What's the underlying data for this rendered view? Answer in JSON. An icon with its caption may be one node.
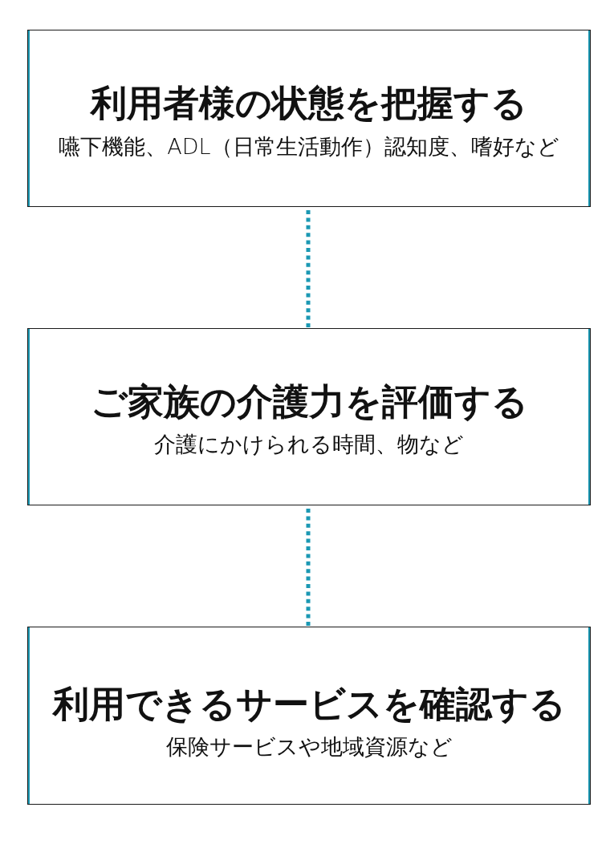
{
  "diagram": {
    "nodes": [
      {
        "text": [
          "利用者様の状態を把握する",
          "嚥下機能、ADL（日常生活動作）認知度、嗜好など"
        ]
      },
      {
        "text": [
          "ご家族の介護力を評価する",
          "介護にかけられる時間、物など"
        ]
      },
      {
        "text": [
          "利用できるサービスを確認する",
          "保険サービスや地域資源など"
        ]
      }
    ],
    "edges": [
      {
        "from": 0,
        "to": 1,
        "arrow": "none",
        "style": "dashed",
        "color": "#1b98b3"
      },
      {
        "from": 1,
        "to": 2,
        "arrow": "none",
        "style": "dashed",
        "color": "#1b98b3"
      }
    ]
  }
}
